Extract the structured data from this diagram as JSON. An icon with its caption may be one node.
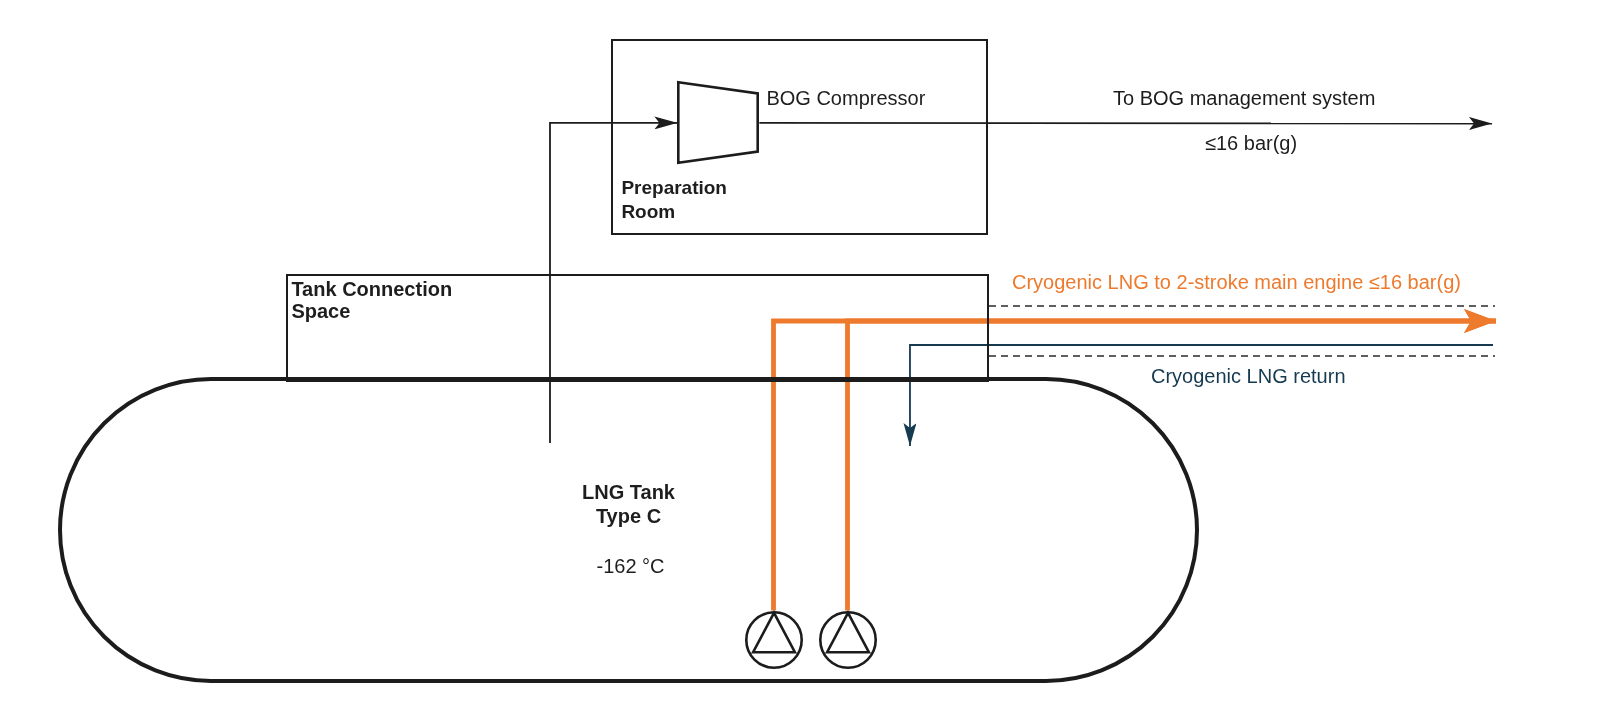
{
  "diagram": {
    "nodes": [
      {
        "text": [
          "Preparation Room"
        ]
      },
      {
        "text": [],
        "shape": "trapezoid",
        "beside": [
          "BOG Compressor"
        ],
        "in": 0
      },
      {
        "text": [
          "Tank Connection Space"
        ]
      },
      {
        "text": [
          "LNG Tank Type C",
          "-162 °C"
        ]
      },
      {
        "text": [],
        "shape": "circle",
        "in": 3
      },
      {
        "text": [],
        "shape": "circle",
        "in": 3
      }
    ],
    "edges": [
      {
        "from": null,
        "to": 1,
        "arrow": "to"
      },
      {
        "from": 1,
        "to": null,
        "arrow": "to",
        "label": "To BOG management system"
      },
      {
        "from": 4,
        "to": null,
        "arrow": "to",
        "label": "Cryogenic LNG to 2-stroke main engine ≤16 bar(g)",
        "style": "thick",
        "color": "#ee7a2d"
      },
      {
        "from": 5,
        "to": null,
        "arrow": "to",
        "style": "thick",
        "color": "#ee7a2d"
      },
      {
        "from": null,
        "to": 3,
        "arrow": "to",
        "label": "Cryogenic LNG return",
        "color": "#163a50"
      }
    ],
    "labels": [
      "≤16 bar(g)"
    ]
  }
}
